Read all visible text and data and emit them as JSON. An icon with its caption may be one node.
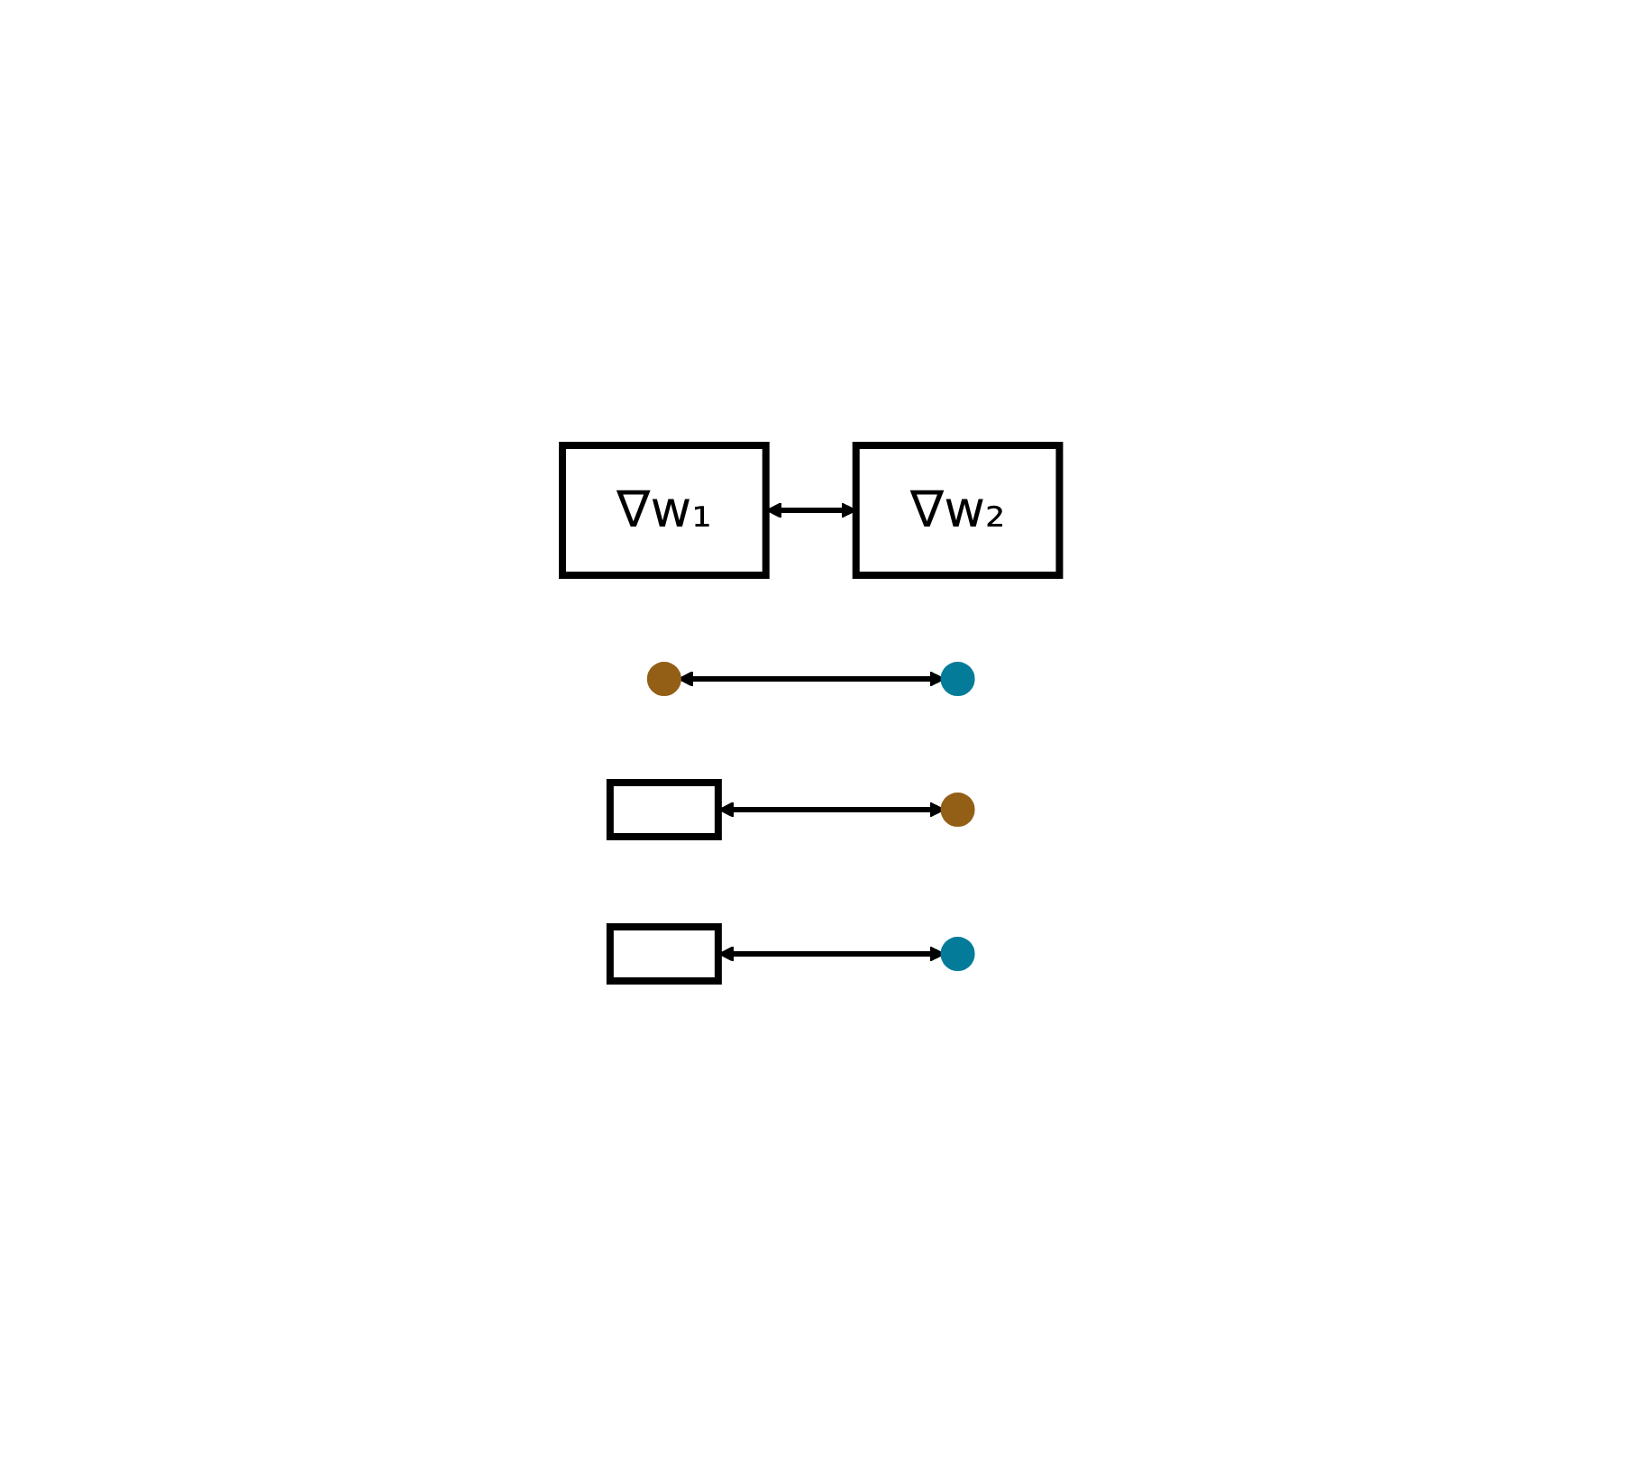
{
  "diagram": {
    "nodes": [
      {
        "text": [
          "∇w₁"
        ]
      },
      {
        "text": [
          "∇w₂"
        ]
      },
      {
        "text": [],
        "shape": "circle"
      },
      {
        "text": [],
        "shape": "circle"
      },
      {
        "text": [],
        "shape": "bar"
      },
      {
        "text": [],
        "shape": "bar"
      },
      {
        "text": [],
        "shape": "circle"
      },
      {
        "text": [],
        "shape": "circle"
      }
    ],
    "edges": [
      {
        "from": 0,
        "to": 1,
        "arrow": "both"
      },
      {
        "from": 2,
        "to": 3,
        "arrow": "both"
      },
      {
        "from": 4,
        "to": 6,
        "arrow": "both"
      },
      {
        "from": 5,
        "to": 7,
        "arrow": "both"
      }
    ]
  }
}
